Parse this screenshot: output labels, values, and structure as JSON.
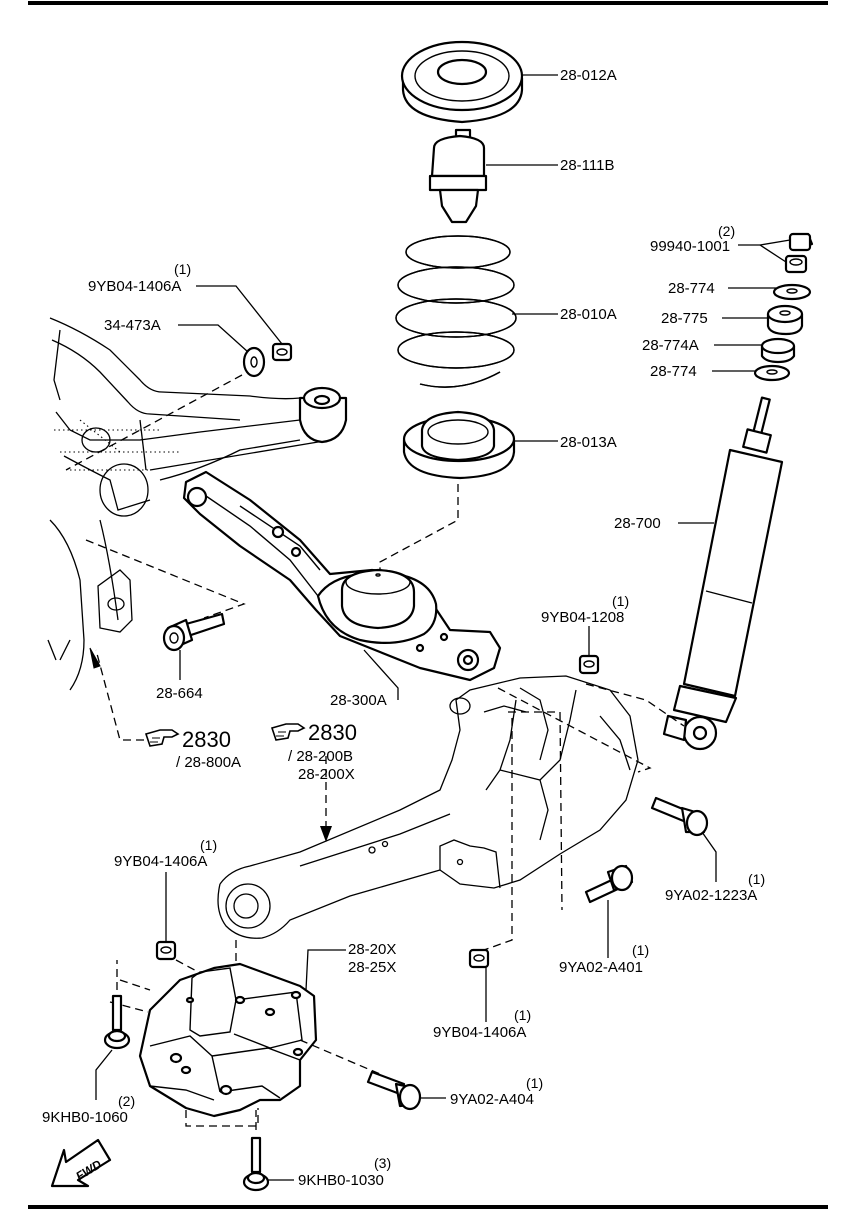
{
  "labels": {
    "top_mount": "28-012A",
    "bump_stop": "28-111B",
    "coil_spring": "28-010A",
    "spring_seat": "28-013A",
    "shock": "28-700",
    "washer_top": "28-774",
    "bushing": "28-775",
    "washer_mid": "28-774A",
    "washer_bottom": "28-774",
    "nuts": "99940-1001",
    "nuts_qty": "(2)",
    "nut_left_top": "9YB04-1406A",
    "nut_left_top_qty": "(1)",
    "washer_left": "34-473A",
    "lower_arm": "28-300A",
    "bolt_arm": "28-664",
    "nut_1208": "9YB04-1208",
    "nut_1208_qty": "(1)",
    "bolt_1223": "9YA02-1223A",
    "bolt_1223_qty": "(1)",
    "bolt_a401": "9YA02-A401",
    "bolt_a401_qty": "(1)",
    "nut_mid": "9YB04-1406A",
    "nut_mid_qty": "(1)",
    "nut_lower_left": "9YB04-1406A",
    "nut_lower_left_qty": "(1)",
    "bracket_a": "28-20X",
    "bracket_b": "28-25X",
    "bolt_1060": "9KHB0-1060",
    "bolt_1060_qty": "(2)",
    "bolt_a404": "9YA02-A404",
    "bolt_a404_qty": "(1)",
    "bolt_1030": "9KHB0-1030",
    "bolt_1030_qty": "(3)"
  },
  "references": [
    {
      "number": "2830",
      "sub": [
        "/ 28-800A"
      ]
    },
    {
      "number": "2830",
      "sub": [
        "/ 28-200B",
        "28-200X"
      ]
    }
  ],
  "fwd_label": "FWD",
  "icons": [
    "pointing-hand-icon",
    "fwd-arrow-icon"
  ]
}
